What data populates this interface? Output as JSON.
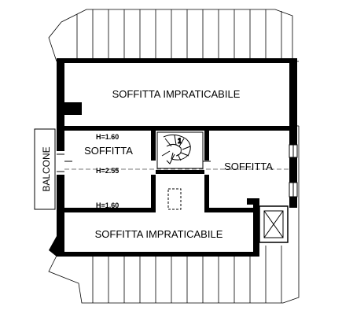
{
  "rooms": {
    "attic_top": "SOFFITTA IMPRATICABILE",
    "attic_left": "SOFFITTA",
    "attic_right": "SOFFITTA",
    "attic_bottom": "SOFFITTA IMPRATICABILE",
    "balcony": "BALCONE"
  },
  "heights": {
    "h_top": "H=1.60",
    "h_mid": "H=2.55",
    "h_bottom": "H=1.60"
  },
  "stair": {
    "mark": "1"
  }
}
